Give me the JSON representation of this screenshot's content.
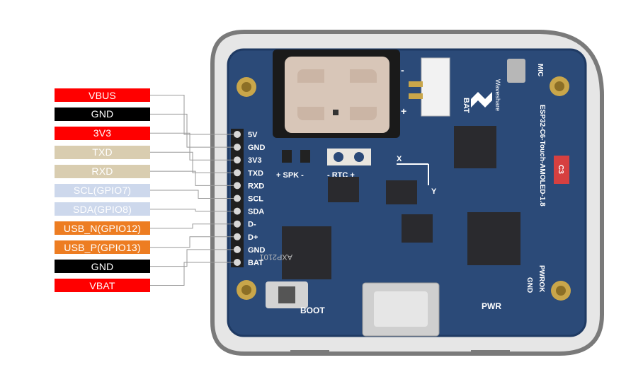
{
  "pins": [
    {
      "label": "VBUS",
      "board_label": "5V",
      "color": "#ff0000",
      "text_color": "#ffffff"
    },
    {
      "label": "GND",
      "board_label": "GND",
      "color": "#000000",
      "text_color": "#ffffff"
    },
    {
      "label": "3V3",
      "board_label": "3V3",
      "color": "#ff0000",
      "text_color": "#ffffff"
    },
    {
      "label": "TXD",
      "board_label": "TXD",
      "color": "#d9cdb0",
      "text_color": "#ffffff"
    },
    {
      "label": "RXD",
      "board_label": "RXD",
      "color": "#d9cdb0",
      "text_color": "#ffffff"
    },
    {
      "label": "SCL(GPIO7)",
      "board_label": "SCL",
      "color": "#cdd8ec",
      "text_color": "#ffffff"
    },
    {
      "label": "SDA(GPIO8)",
      "board_label": "SDA",
      "color": "#cdd8ec",
      "text_color": "#ffffff"
    },
    {
      "label": "USB_N(GPIO12)",
      "board_label": "D-",
      "color": "#ed7d22",
      "text_color": "#ffffff"
    },
    {
      "label": "USB_P(GPIO13)",
      "board_label": "D+",
      "color": "#ed7d22",
      "text_color": "#ffffff"
    },
    {
      "label": "GND",
      "board_label": "GND",
      "color": "#000000",
      "text_color": "#ffffff"
    },
    {
      "label": "VBAT",
      "board_label": "BAT",
      "color": "#ff0000",
      "text_color": "#ffffff"
    }
  ],
  "board": {
    "silkscreen": {
      "spk": "+ SPK -",
      "rtc": "- RTC +",
      "bat": "BAT",
      "mic": "MIC",
      "brand": "Waveshare",
      "model": "ESP32-C6-Touch-AMOLED-1.8",
      "c3": "C3",
      "boot": "BOOT",
      "pwr": "PWR",
      "gnd": "GND",
      "pwrok": "PWROK",
      "x_axis": "X",
      "y_axis": "Y",
      "plus": "+",
      "minus": "-",
      "chip_text": "AXP2101"
    },
    "colors": {
      "pcb": "#2b4a78",
      "pcb_dark": "#1f3a63",
      "case": "#5a5a5a",
      "silk": "#ffffff",
      "gold": "#c9a64a",
      "chip": "#2a2a2e"
    }
  }
}
